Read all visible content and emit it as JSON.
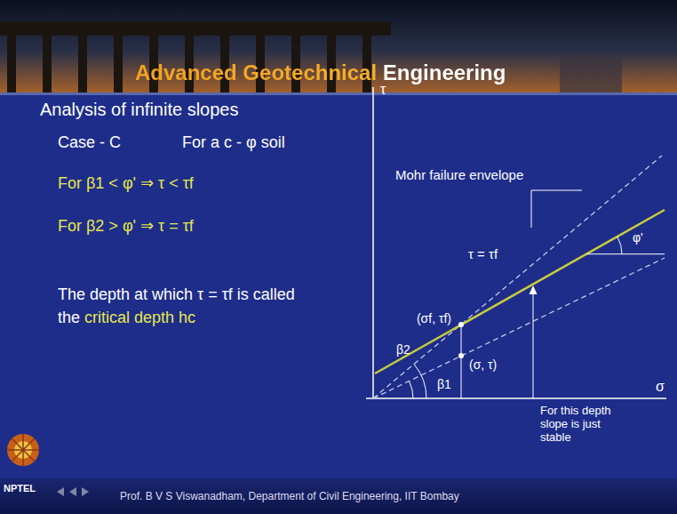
{
  "diagram": {
    "title": "Advanced Geotechnical Engineering",
    "labels": [
      "Analysis of infinite slopes",
      "Case - C",
      "For a c - φ soil",
      "For β1 < φ' ⇒ τ < τf",
      "For β2 > φ' ⇒ τ = τf",
      "The depth at which τ = τf is called the",
      "critical depth hc",
      "τ",
      "Mohr failure envelope",
      "φ'",
      "τ = τf",
      "(σf, τf)",
      "β2",
      "(σ, τ)",
      "β1",
      "σ",
      "For this depth slope is just stable",
      "NPTEL",
      "Prof. B V S Viswanadham, Department of Civil Engineering, IIT Bombay"
    ]
  }
}
